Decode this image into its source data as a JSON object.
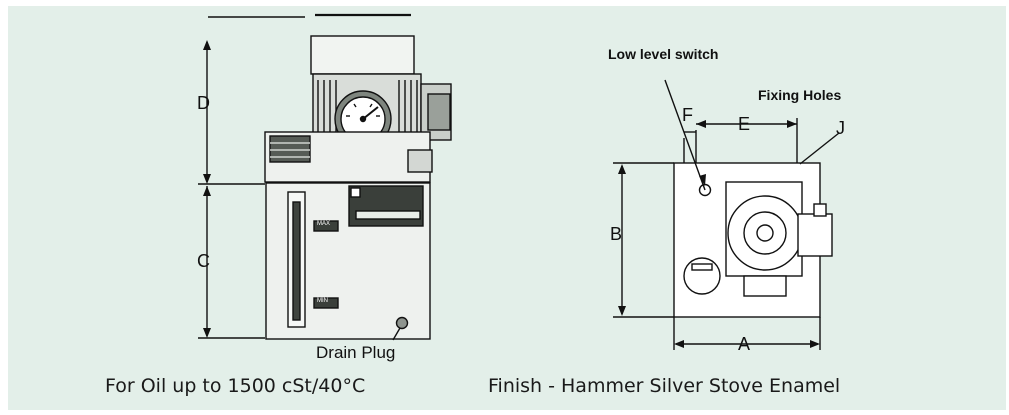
{
  "left_view": {
    "dim_d": "D",
    "dim_c": "C",
    "drain_plug": "Drain Plug",
    "plate_max": "MAX",
    "plate_min": "MIN"
  },
  "right_view": {
    "low_level_switch": "Low level switch",
    "fixing_holes": "Fixing Holes",
    "dim_f": "F",
    "dim_e": "E",
    "dim_j": "J",
    "dim_b": "B",
    "dim_a": "A"
  },
  "captions": {
    "oil": "For Oil up to 1500 cSt/40°C",
    "finish": "Finish - Hammer Silver Stove Enamel"
  },
  "colors": {
    "panel_bg": "#e3efe9",
    "ink": "#111111"
  }
}
